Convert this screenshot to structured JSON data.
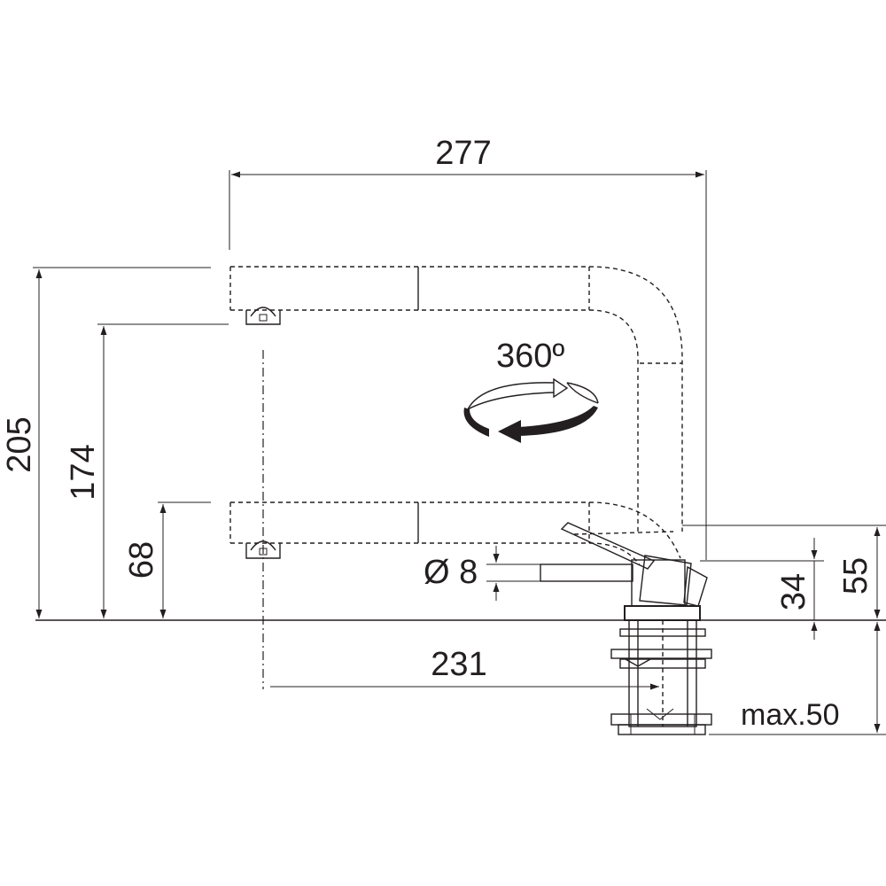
{
  "dimensions": {
    "overall_width": "277",
    "spout_reach": "231",
    "total_height": "205",
    "outlet_height_high": "174",
    "outlet_height_low": "68",
    "lever_height_55": "55",
    "lever_height_34": "34",
    "hose_diameter": "Ø 8",
    "max_counter_thickness": "max.50"
  },
  "rotation": {
    "label": "360º"
  },
  "colors": {
    "line": "#231f20",
    "background": "#ffffff"
  },
  "icons": {
    "rotation": "rotation-arrow-icon"
  }
}
